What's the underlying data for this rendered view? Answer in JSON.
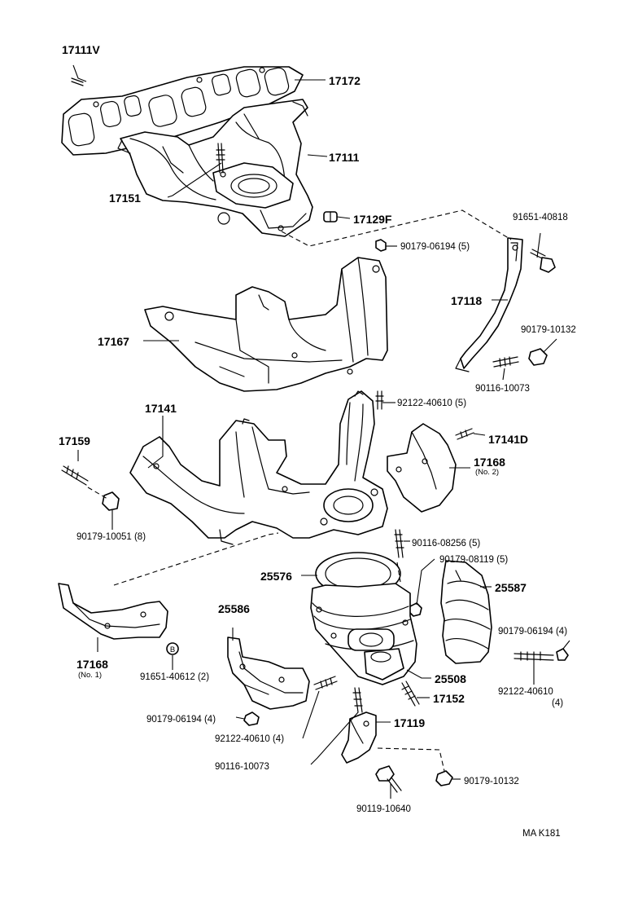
{
  "labels": {
    "p17111V": "17111V",
    "p17172": "17172",
    "p17111": "17111",
    "p17151": "17151",
    "p17129F": "17129F",
    "p91651_40818": "91651-40818",
    "p90179_06194_5": "90179-06194 (5)",
    "p17118": "17118",
    "p17167": "17167",
    "p90179_10132_a": "90179-10132",
    "p90116_10073_a": "90116-10073",
    "p92122_40610_5": "92122-40610 (5)",
    "p17141": "17141",
    "p17159": "17159",
    "p17141D": "17141D",
    "p17168_no2": "17168",
    "p17168_no2_sub": "(No. 2)",
    "p90179_10051_8": "90179-10051 (8)",
    "p90116_08256_5": "90116-08256 (5)",
    "p90179_08119_5": "90179-08119 (5)",
    "p25576": "25576",
    "p25587": "25587",
    "p25586": "25586",
    "p90179_06194_4_right": "90179-06194 (4)",
    "p17168_no1": "17168",
    "p17168_no1_sub": "(No. 1)",
    "p91651_40612_2": "91651-40612 (2)",
    "p25508": "25508",
    "p92122_40610_right": "92122-40610",
    "p92122_40610_right_qty": "(4)",
    "p17152": "17152",
    "p90179_06194_4_left": "90179-06194 (4)",
    "p17119": "17119",
    "p92122_40610_4": "92122-40610 (4)",
    "p90116_10073_b": "90116-10073",
    "p90179_10132_b": "90179-10132",
    "p90119_10640": "90119-10640",
    "footer_ref": "MA  K181"
  }
}
